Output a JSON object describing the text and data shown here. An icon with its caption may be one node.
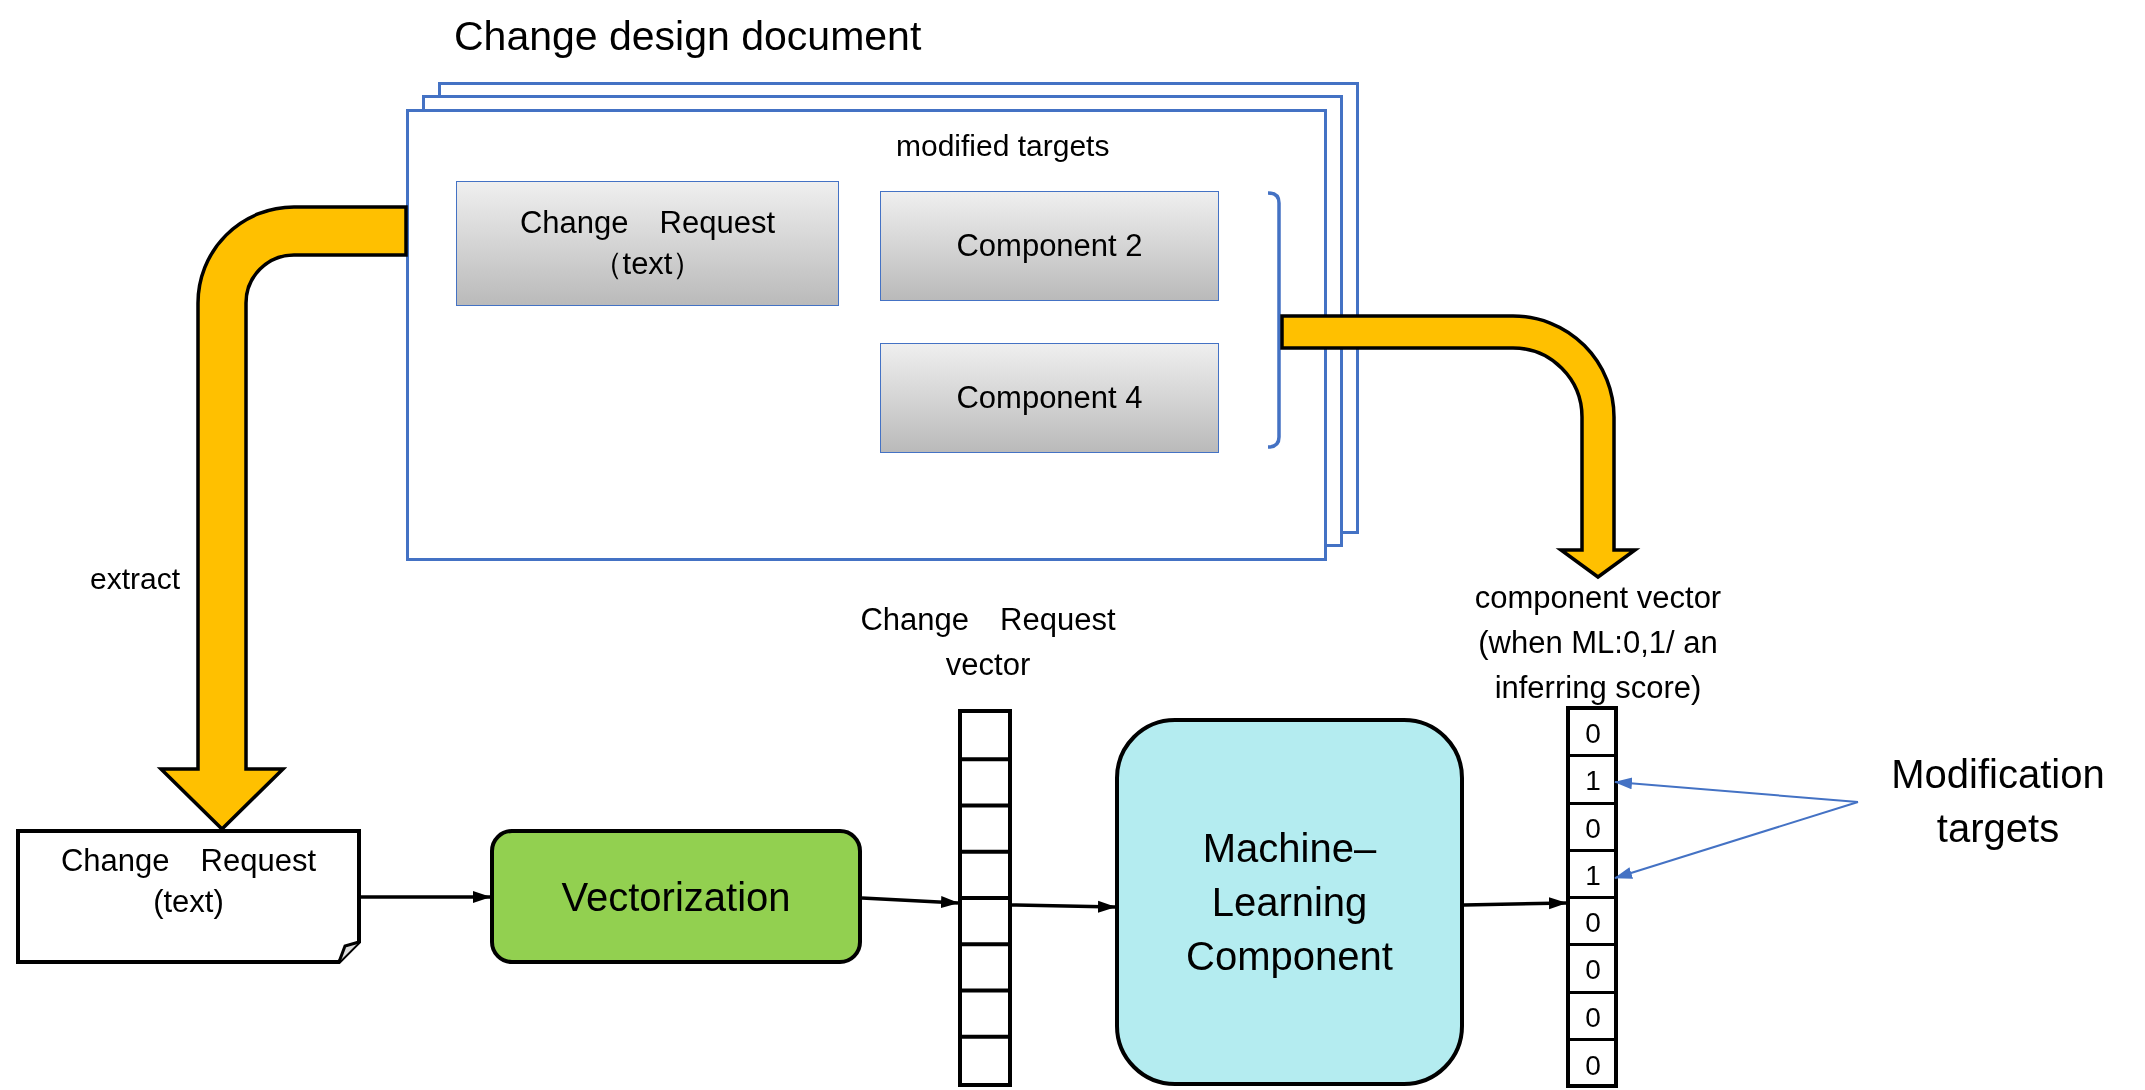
{
  "diagram": {
    "nodes": [
      {
        "text": [
          "Change design document",
          "modified targets"
        ]
      },
      {
        "text": [
          "Change　Request （text）"
        ],
        "in": 0
      },
      {
        "text": [
          "Component 2"
        ],
        "in": 0
      },
      {
        "text": [
          "Component 4"
        ],
        "in": 0
      },
      {
        "text": [],
        "shape": "bracket",
        "in": 0
      },
      {
        "text": [
          "Change　Request (text)"
        ]
      },
      {
        "text": [
          "Vectorization"
        ]
      },
      {
        "text": [],
        "shape": "bar",
        "beside": [
          "Change　Request vector"
        ]
      },
      {
        "text": [
          "Machine– Learning Component"
        ]
      },
      {
        "text": [],
        "shape": "bar",
        "beside": [
          "component vector (when ML:0,1/ an inferring score)"
        ]
      },
      {
        "text": [
          "0"
        ],
        "in": 9
      },
      {
        "text": [
          "1"
        ],
        "in": 9
      },
      {
        "text": [
          "0"
        ],
        "in": 9
      },
      {
        "text": [
          "1"
        ],
        "in": 9
      },
      {
        "text": [
          "0"
        ],
        "in": 9
      },
      {
        "text": [
          "0"
        ],
        "in": 9
      },
      {
        "text": [
          "0"
        ],
        "in": 9
      },
      {
        "text": [
          "0"
        ],
        "in": 9
      },
      {
        "text": [
          "Modification targets"
        ]
      }
    ],
    "edges": [
      {
        "from": 0,
        "to": 5,
        "arrow": "to",
        "label": "extract",
        "style": "thick",
        "color": "#ffc000"
      },
      {
        "from": 4,
        "to": 9,
        "arrow": "to",
        "style": "thick",
        "color": "#ffc000"
      },
      {
        "from": 5,
        "to": 6,
        "arrow": "to"
      },
      {
        "from": 6,
        "to": 7,
        "arrow": "to"
      },
      {
        "from": 7,
        "to": 8,
        "arrow": "to"
      },
      {
        "from": 8,
        "to": 9,
        "arrow": "to"
      },
      {
        "from": 18,
        "to": 11,
        "arrow": "to",
        "color": "#4472c4"
      },
      {
        "from": 18,
        "to": 13,
        "arrow": "to",
        "color": "#4472c4"
      }
    ]
  }
}
